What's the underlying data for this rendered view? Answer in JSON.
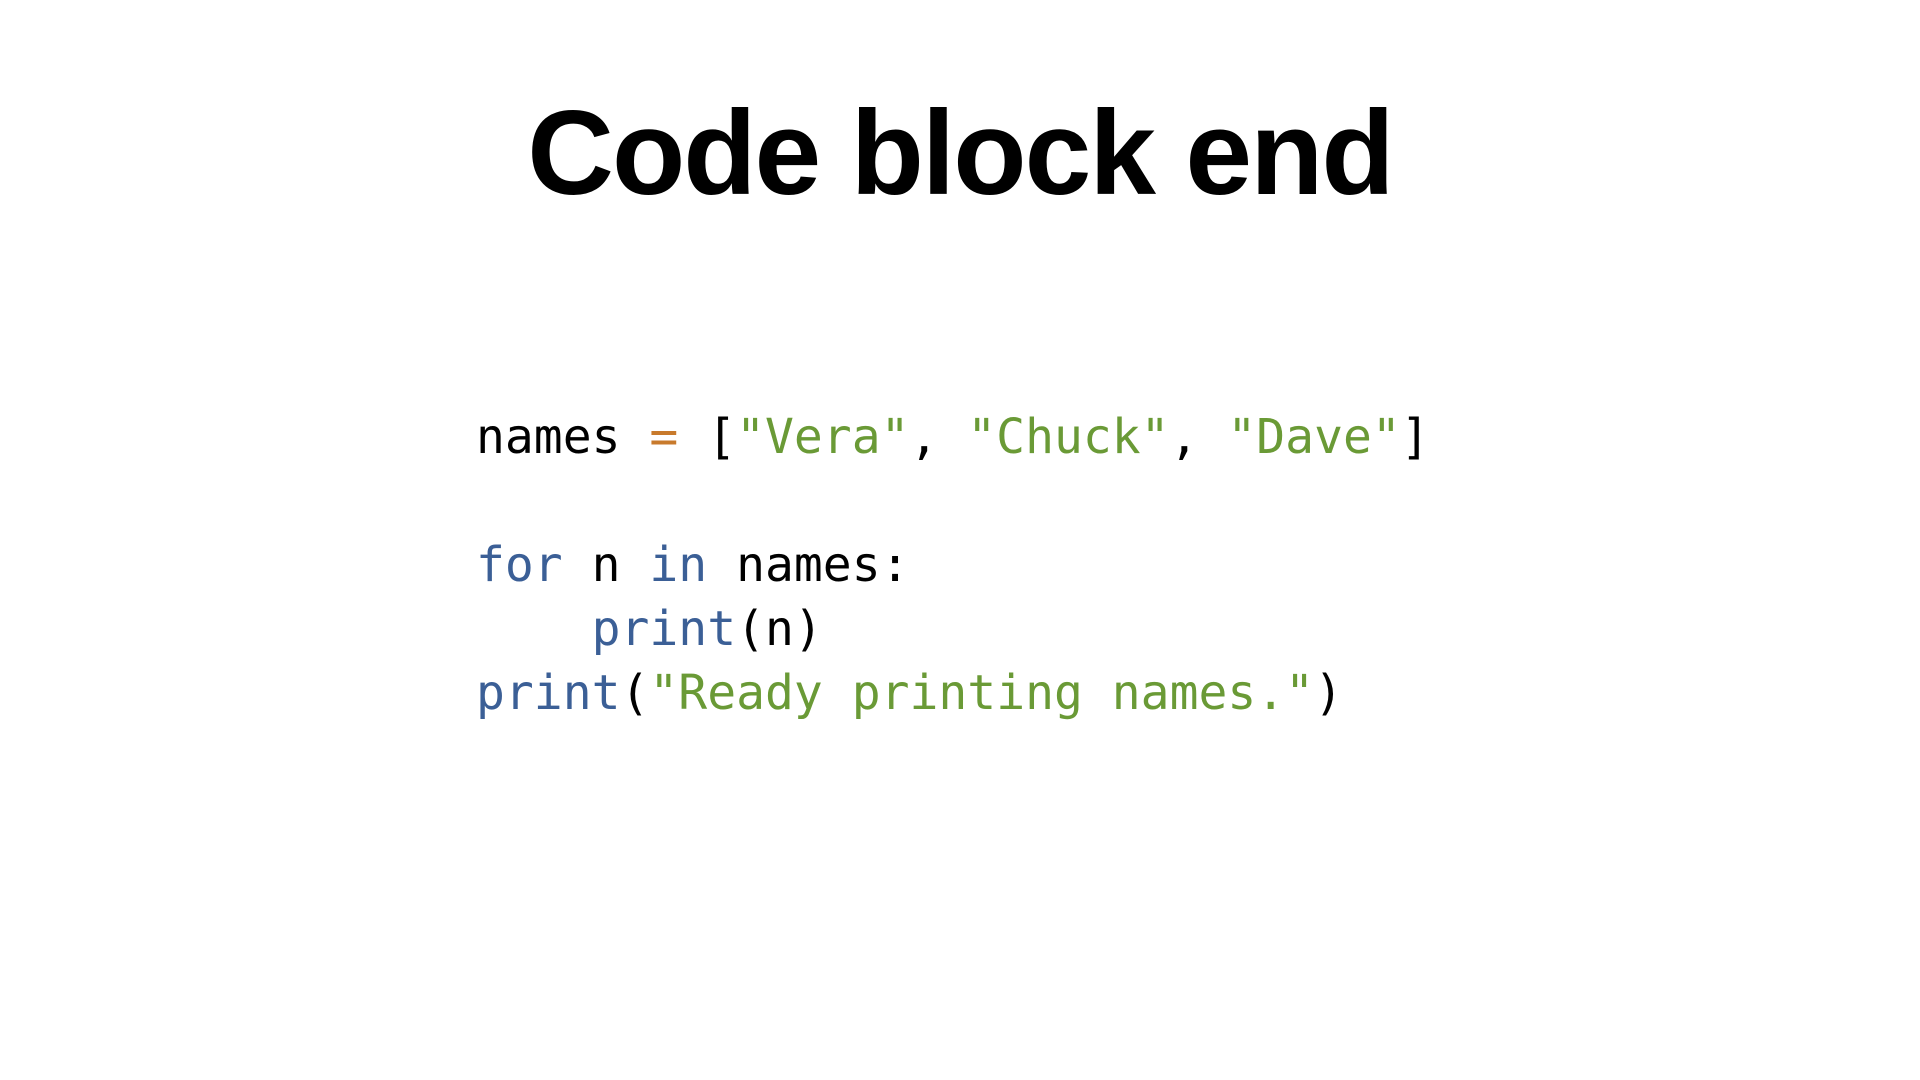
{
  "slide": {
    "title": "Code block end"
  },
  "colors": {
    "default": "#000000",
    "keyword": "#3b5f96",
    "string": "#6a9a36",
    "operator": "#c87a2c"
  },
  "code": {
    "language": "python",
    "lines": [
      {
        "tokens": [
          {
            "text": "names ",
            "kind": "default"
          },
          {
            "text": "=",
            "kind": "operator"
          },
          {
            "text": " [",
            "kind": "default"
          },
          {
            "text": "\"Vera\"",
            "kind": "string"
          },
          {
            "text": ", ",
            "kind": "default"
          },
          {
            "text": "\"Chuck\"",
            "kind": "string"
          },
          {
            "text": ", ",
            "kind": "default"
          },
          {
            "text": "\"Dave\"",
            "kind": "string"
          },
          {
            "text": "]",
            "kind": "default"
          }
        ]
      },
      {
        "tokens": []
      },
      {
        "tokens": [
          {
            "text": "for",
            "kind": "keyword"
          },
          {
            "text": " n ",
            "kind": "default"
          },
          {
            "text": "in",
            "kind": "keyword"
          },
          {
            "text": " names:",
            "kind": "default"
          }
        ]
      },
      {
        "tokens": [
          {
            "text": "    ",
            "kind": "default"
          },
          {
            "text": "print",
            "kind": "keyword"
          },
          {
            "text": "(n)",
            "kind": "default"
          }
        ]
      },
      {
        "tokens": [
          {
            "text": "print",
            "kind": "keyword"
          },
          {
            "text": "(",
            "kind": "default"
          },
          {
            "text": "\"Ready printing names.\"",
            "kind": "string"
          },
          {
            "text": ")",
            "kind": "default"
          }
        ]
      }
    ]
  }
}
